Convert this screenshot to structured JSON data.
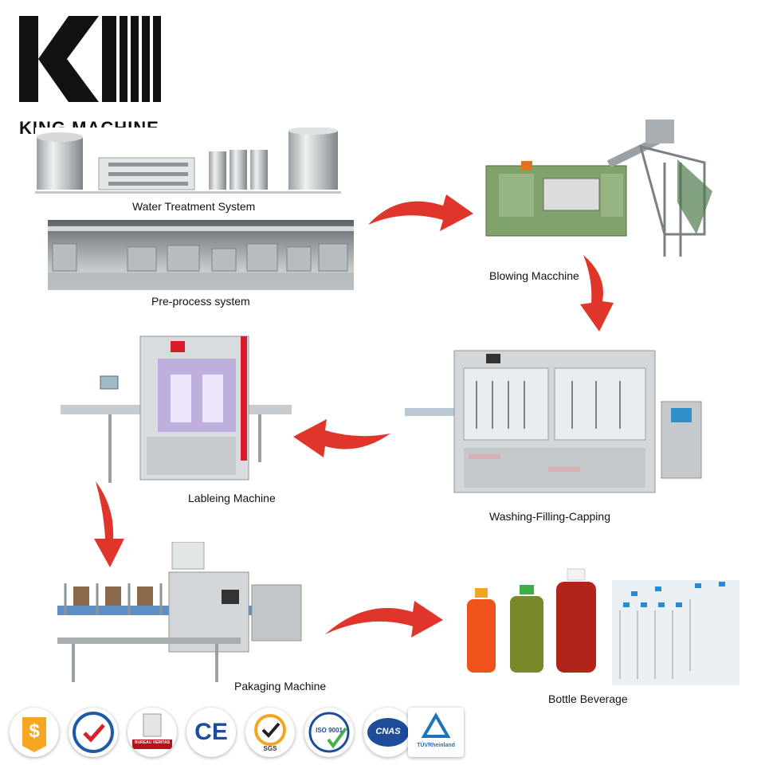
{
  "brand": {
    "name": "KING MACHINE"
  },
  "steps": {
    "water_treatment": "Water Treatment System",
    "pre_process": "Pre-process system",
    "blowing": "Blowing Macchine",
    "washing_filling_capping": "Washing-Filling-Capping",
    "labeling": "Lableing Machine",
    "packaging": "Pakaging Machine",
    "beverage": "Bottle Beverage"
  },
  "colors": {
    "arrow": "#e0352b",
    "machine_green": "#7fa36a",
    "steel": "#c9cdd0",
    "juice_orange": "#f0521c",
    "juice_green": "#7a8a2a",
    "juice_red": "#b0241a",
    "water_cap": "#2a8ad6"
  },
  "certifications": [
    {
      "icon": "dollar-shield-icon",
      "label": "$"
    },
    {
      "icon": "quality-check-icon",
      "label": ""
    },
    {
      "icon": "bureau-veritas-icon",
      "label": "BUREAU VERITAS"
    },
    {
      "icon": "ce-mark-icon",
      "label": "CE"
    },
    {
      "icon": "sgs-icon",
      "label": "SGS"
    },
    {
      "icon": "iso-9001-icon",
      "label": "ISO 9001"
    },
    {
      "icon": "cnas-icon",
      "label": "CNAS"
    },
    {
      "icon": "tuv-rheinland-icon",
      "label": "TÜVRheinland"
    }
  ]
}
